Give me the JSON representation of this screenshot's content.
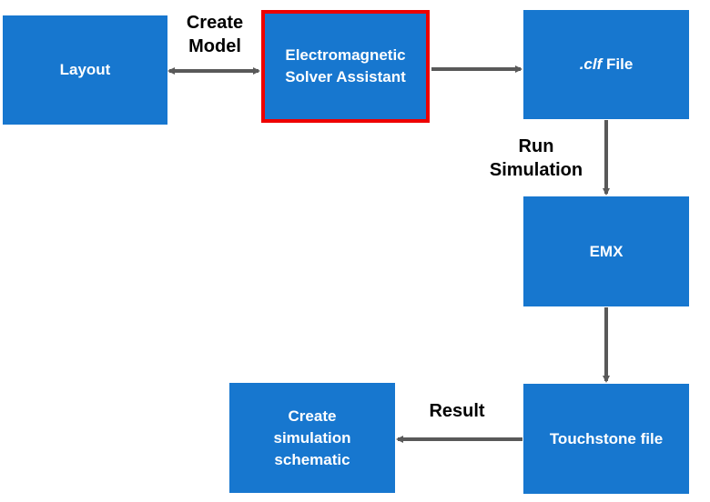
{
  "nodes": {
    "layout": "Layout",
    "solver_assistant": {
      "line1": "Electromagnetic",
      "line2": "Solver Assistant",
      "highlight_color": "#ee0000"
    },
    "clf_file": {
      "ext": ".clf",
      "rest": " File"
    },
    "emx": "EMX",
    "touchstone": "Touchstone file",
    "create_schematic": {
      "line1": "Create",
      "line2": "simulation",
      "line3": "schematic"
    }
  },
  "edges": {
    "create_model": {
      "line1": "Create",
      "line2": "Model"
    },
    "run_simulation": {
      "line1": "Run",
      "line2": "Simulation"
    },
    "result": "Result"
  },
  "colors": {
    "box": "#1777cf",
    "arrow": "#595959",
    "text_on_box": "#ffffff"
  }
}
